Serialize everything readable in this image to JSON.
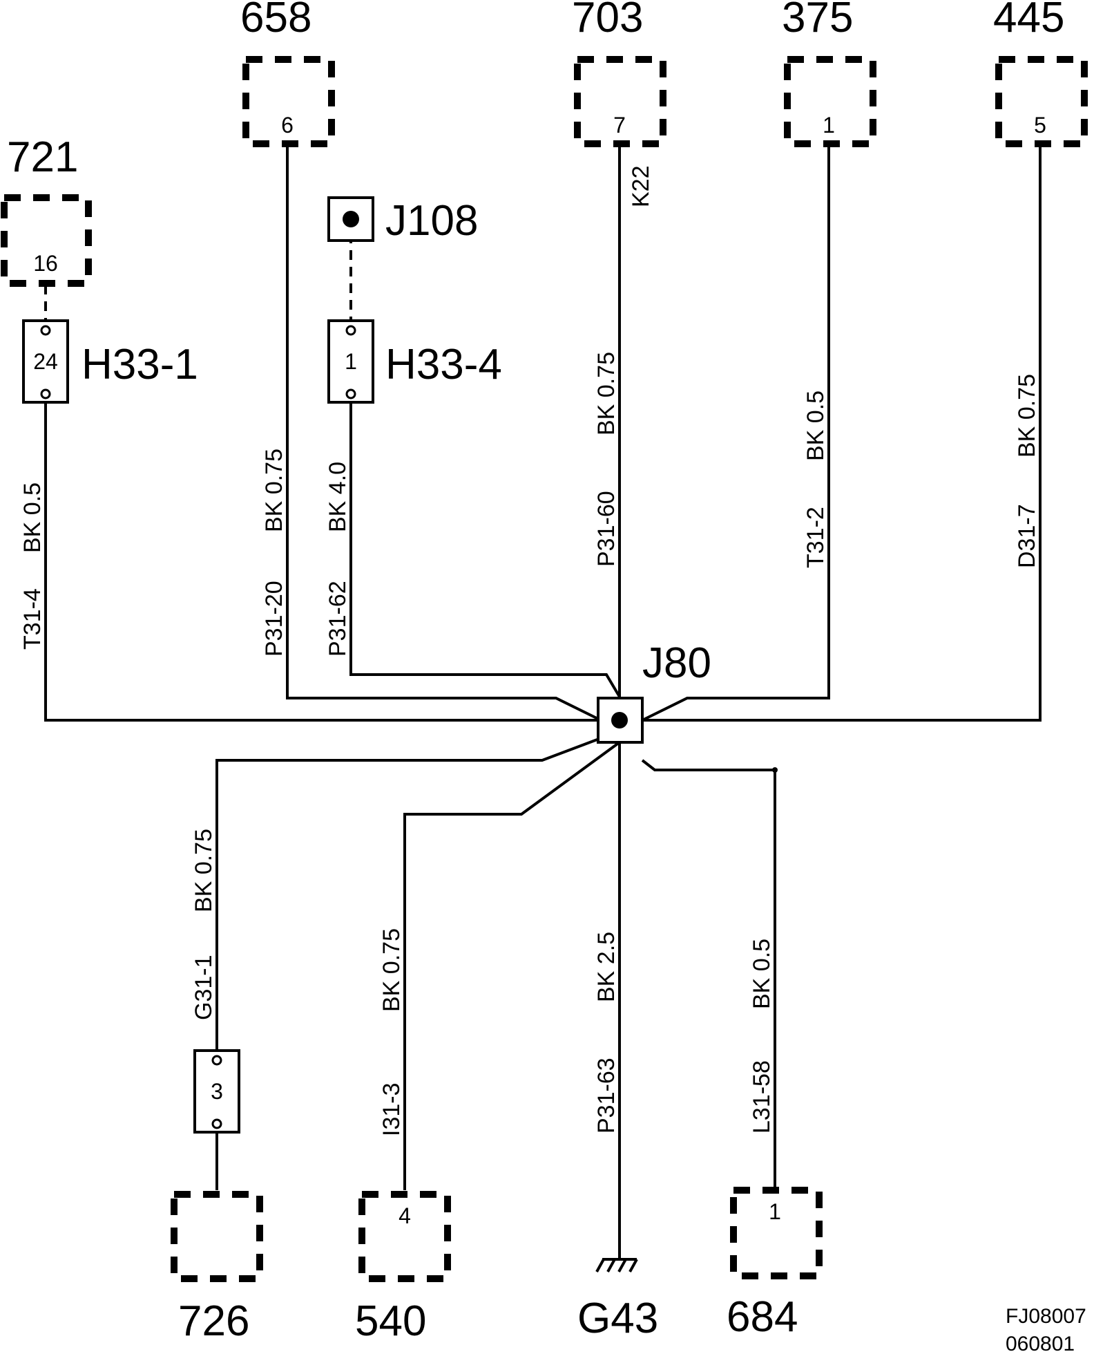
{
  "components": {
    "c658": {
      "id": "658",
      "pin": "6"
    },
    "c703": {
      "id": "703",
      "pin": "7"
    },
    "c375": {
      "id": "375",
      "pin": "1"
    },
    "c445": {
      "id": "445",
      "pin": "5"
    },
    "c721": {
      "id": "721",
      "pin": "16"
    },
    "c726": {
      "id": "726"
    },
    "c540": {
      "id": "540",
      "pin": "4"
    },
    "c684": {
      "id": "684",
      "pin": "1"
    }
  },
  "connectors": {
    "h33_1": {
      "id": "H33-1",
      "pin": "24"
    },
    "h33_4": {
      "id": "H33-4",
      "pin": "1"
    },
    "inline3": {
      "pin": "3"
    }
  },
  "splices": {
    "j108": "J108",
    "j80": "J80"
  },
  "ground": "G43",
  "wires": {
    "t31_4": {
      "code": "T31-4",
      "spec": "BK  0.5"
    },
    "p31_20": {
      "code": "P31-20",
      "spec": "BK  0.75"
    },
    "p31_62": {
      "code": "P31-62",
      "spec": "BK  4.0"
    },
    "p31_60": {
      "code": "P31-60",
      "spec": "BK  0.75",
      "extra": "K22"
    },
    "t31_2": {
      "code": "T31-2",
      "spec": "BK  0.5"
    },
    "d31_7": {
      "code": "D31-7",
      "spec": "BK  0.75"
    },
    "g31_1": {
      "code": "G31-1",
      "spec": "BK  0.75"
    },
    "i31_3": {
      "code": "I31-3",
      "spec": "BK  0.75"
    },
    "p31_63": {
      "code": "P31-63",
      "spec": "BK  2.5"
    },
    "l31_58": {
      "code": "L31-58",
      "spec": "BK  0.5"
    }
  },
  "reference": {
    "line1": "FJ08007",
    "line2": "060801"
  }
}
